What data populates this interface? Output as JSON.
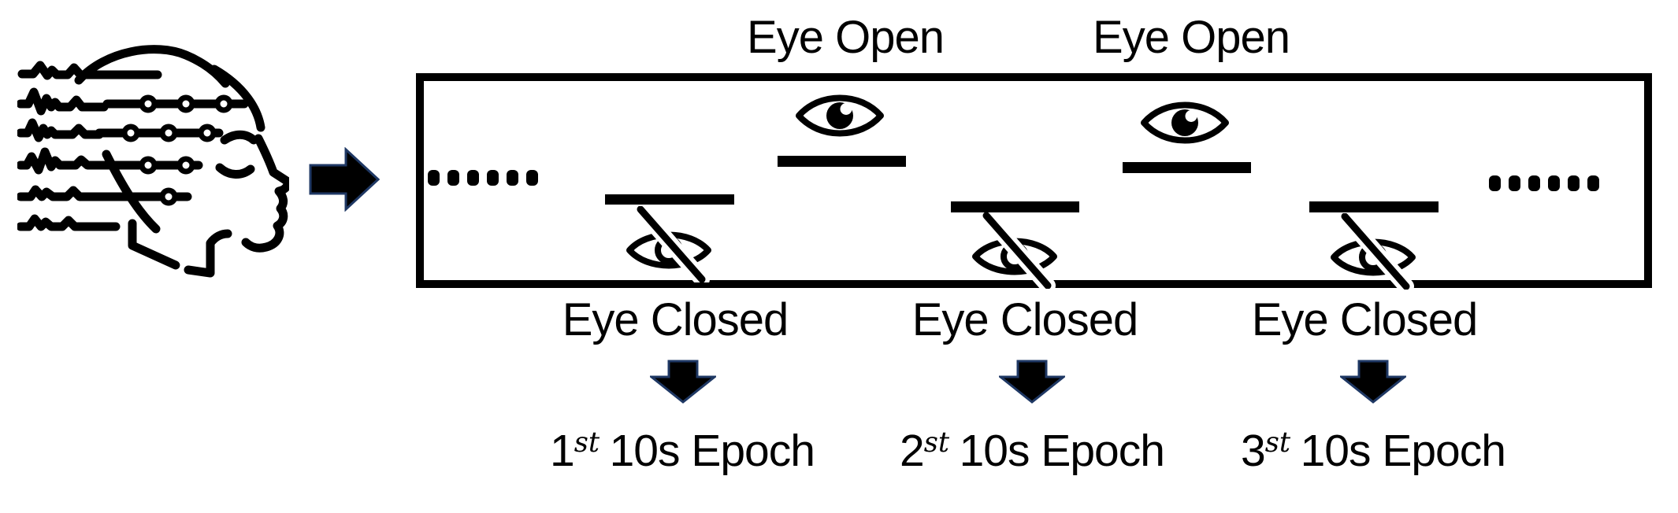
{
  "diagram": {
    "background": "#ffffff",
    "ink": "#000000",
    "arrow_fill": "#000000",
    "arrow_outline": "#1f3864",
    "source": {
      "icon": "eeg-head-icon"
    },
    "flow": {
      "icon": "right-arrow-icon"
    },
    "timeline": {
      "left_ellipsis_dots": 6,
      "right_ellipsis_dots": 6
    },
    "open_segments": [
      {
        "label": "Eye Open",
        "icon": "eye-open-icon"
      },
      {
        "label": "Eye Open",
        "icon": "eye-open-icon"
      }
    ],
    "closed_segments": [
      {
        "label": "Eye Closed",
        "icon": "eye-closed-icon",
        "epoch": {
          "ordinal": "1",
          "suffix": "st",
          "unit": "10s Epoch"
        }
      },
      {
        "label": "Eye Closed",
        "icon": "eye-closed-icon",
        "epoch": {
          "ordinal": "2",
          "suffix": "st",
          "unit": "10s Epoch"
        }
      },
      {
        "label": "Eye Closed",
        "icon": "eye-closed-icon",
        "epoch": {
          "ordinal": "3",
          "suffix": "st",
          "unit": "10s Epoch"
        }
      }
    ]
  }
}
